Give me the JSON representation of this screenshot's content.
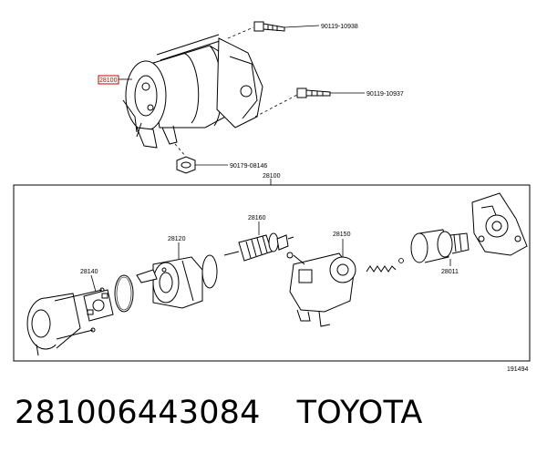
{
  "diagram": {
    "callouts": {
      "top_screw": "90119-10938",
      "main_part_top": "28100",
      "side_screw": "90119-10937",
      "bottom_nut": "90179-08146",
      "assembly_header": "28100",
      "brush_holder": "28140",
      "field_frame": "28120",
      "armature": "28160",
      "solenoid": "28150",
      "clutch_housing": "28011",
      "figure_id": "191494"
    },
    "colors": {
      "highlight": "#cc0000",
      "line": "#000000"
    }
  },
  "caption": {
    "part_number": "281006443084",
    "brand": "TOYOTA"
  }
}
